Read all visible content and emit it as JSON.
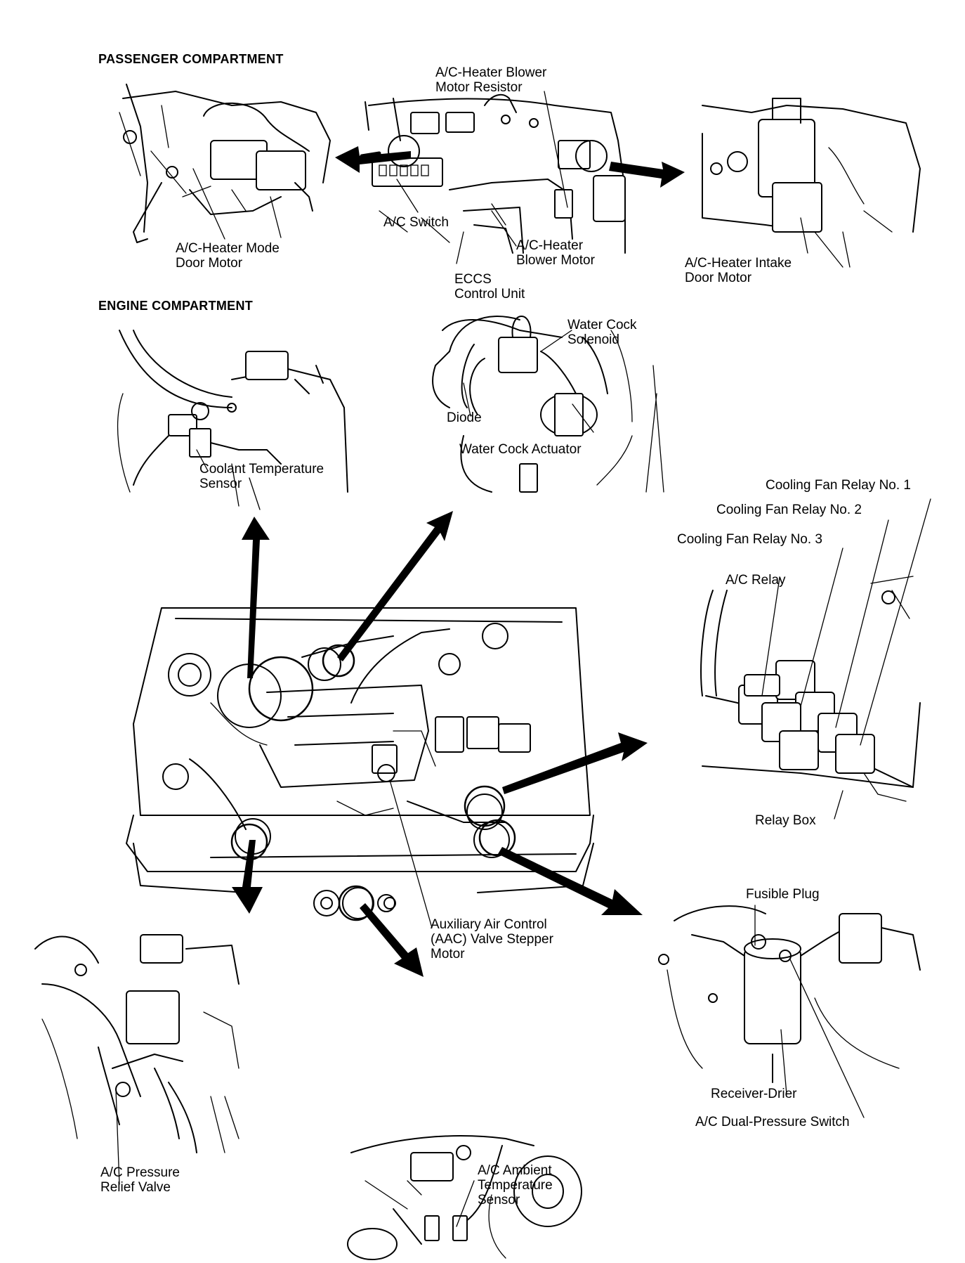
{
  "sections": {
    "passenger": "PASSENGER COMPARTMENT",
    "engine": "ENGINE COMPARTMENT"
  },
  "labels": {
    "blower_resistor": "A/C-Heater Blower\nMotor Resistor",
    "mode_door_motor": "A/C-Heater Mode\nDoor Motor",
    "ac_switch": "A/C Switch",
    "blower_motor": "A/C-Heater\nBlower Motor",
    "eccs": "ECCS\nControl Unit",
    "intake_door_motor": "A/C-Heater Intake\nDoor Motor",
    "coolant_sensor": "Coolant Temperature\nSensor",
    "water_cock_solenoid": "Water Cock\nSolenoid",
    "diode": "Diode",
    "water_cock_actuator": "Water Cock Actuator",
    "fan_relay_1": "Cooling Fan Relay No. 1",
    "fan_relay_2": "Cooling Fan Relay No. 2",
    "fan_relay_3": "Cooling Fan Relay No. 3",
    "ac_relay": "A/C Relay",
    "relay_box": "Relay Box",
    "aac_valve": "Auxiliary Air Control\n(AAC) Valve Stepper\nMotor",
    "fusible_plug": "Fusible Plug",
    "receiver_drier": "Receiver-Drier",
    "dual_pressure_switch": "A/C Dual-Pressure Switch",
    "pressure_relief": "A/C Pressure\nRelief Valve",
    "ambient_sensor": "A/C Ambient\nTemperature\nSensor"
  },
  "colors": {
    "ink": "#000000",
    "paper": "#ffffff"
  }
}
